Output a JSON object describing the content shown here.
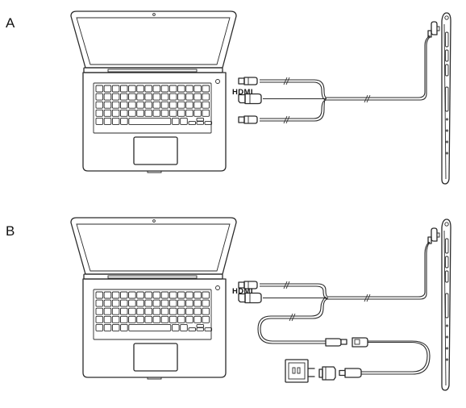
{
  "panels": [
    {
      "label": "A",
      "hdmi_text": "HDMI"
    },
    {
      "label": "B",
      "hdmi_text": "HDMI"
    }
  ]
}
